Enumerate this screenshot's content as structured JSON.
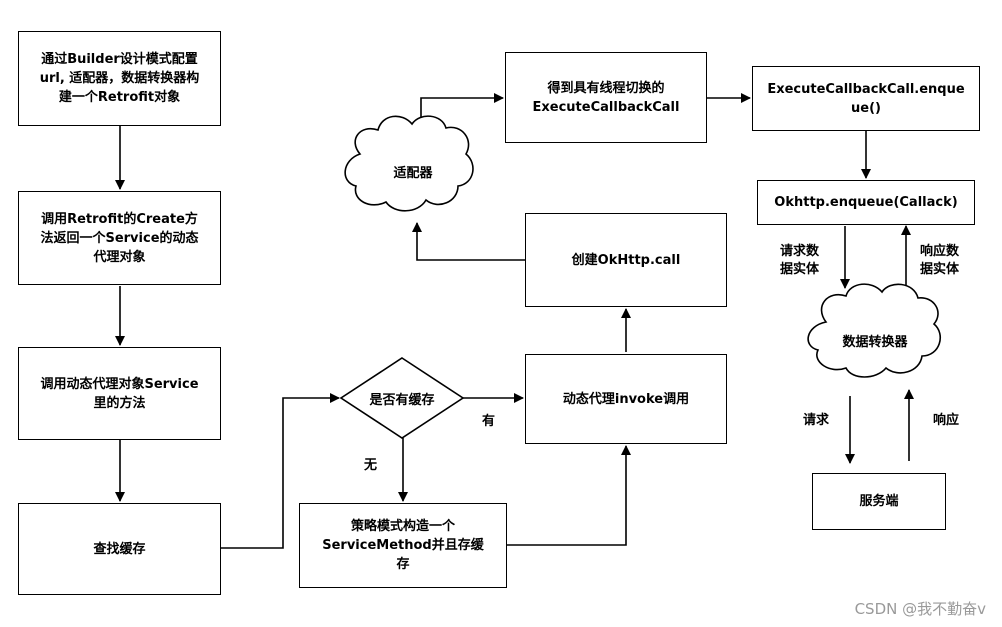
{
  "nodes": {
    "builder": "通过Builder设计模式配置\nurl, 适配器，数据转换器构\n建一个Retrofit对象",
    "create": "调用Retrofit的Create方\n法返回一个Service的动态\n代理对象",
    "call_method": "调用动态代理对象Service\n里的方法",
    "find_cache": "查找缓存",
    "has_cache": "是否有缓存",
    "strategy": "策略模式构造一个\nServiceMethod并且存缓\n存",
    "invoke": "动态代理invoke调用",
    "okhttp_call": "创建OkHttp.call",
    "adapter": "适配器",
    "get_exec": "得到具有线程切换的\nExecuteCallbackCall",
    "enqueue": "ExecuteCallbackCall.enque\nue()",
    "okhttp_enqueue": "Okhttp.enqueue(Callack)",
    "converter": "数据转换器",
    "server": "服务端"
  },
  "edge_labels": {
    "yes": "有",
    "no": "无",
    "request_entity": "请求数\n据实体",
    "response_entity": "响应数\n据实体",
    "request": "请求",
    "response": "响应"
  },
  "watermark": "CSDN @我不勤奋v"
}
